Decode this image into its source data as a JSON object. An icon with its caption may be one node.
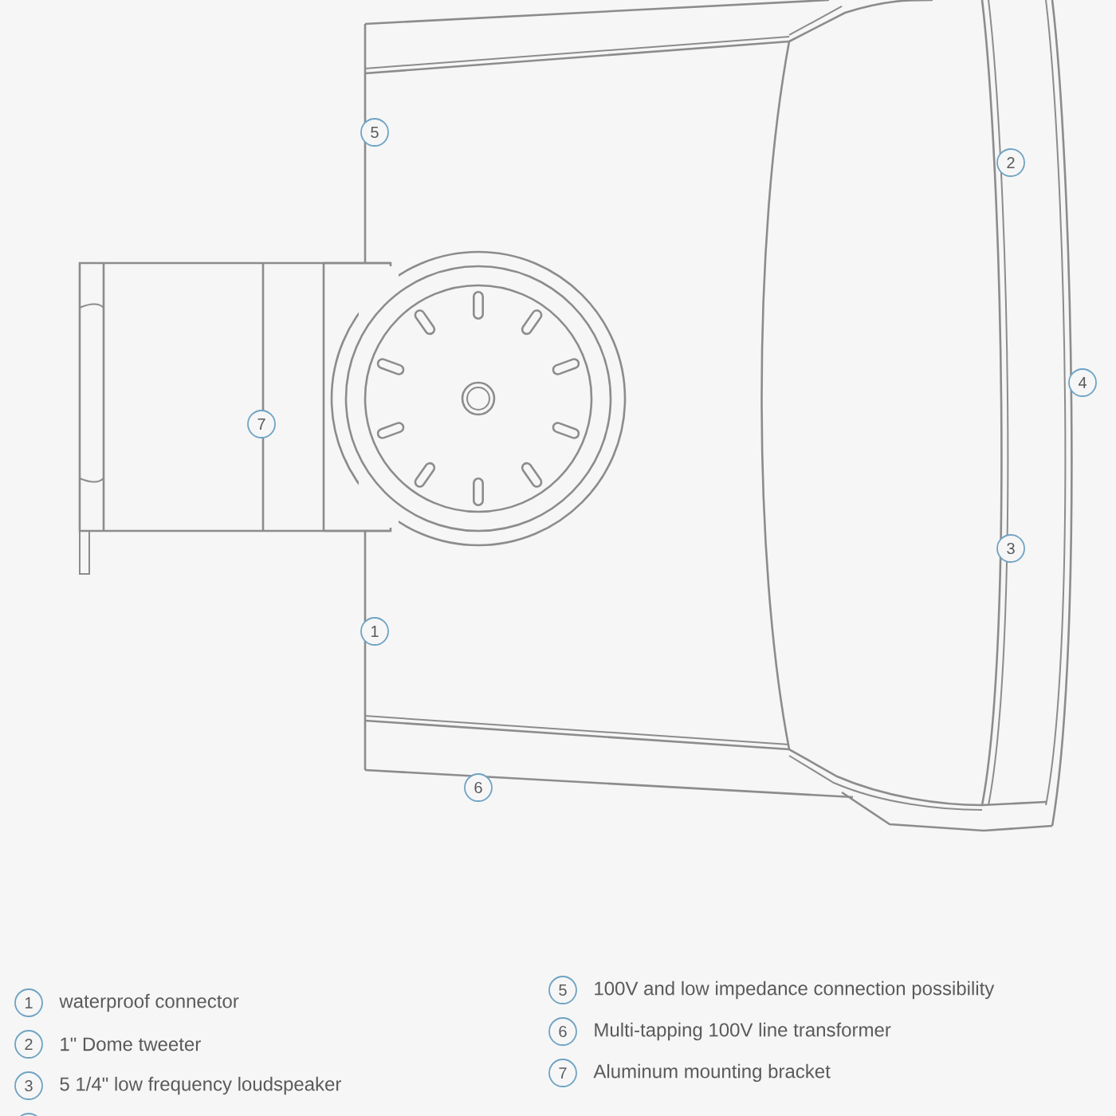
{
  "diagram": {
    "labels": [
      "5",
      "2",
      "4",
      "7",
      "3",
      "1",
      "6",
      "1",
      "waterproof connector",
      "2",
      "1\" Dome tweeter",
      "3",
      "5 1/4\" low frequency loudspeaker",
      "5",
      "100V and low impedance connection possibility",
      "6",
      "Multi-tapping 100V line transformer",
      "7",
      "Aluminum mounting bracket"
    ]
  }
}
